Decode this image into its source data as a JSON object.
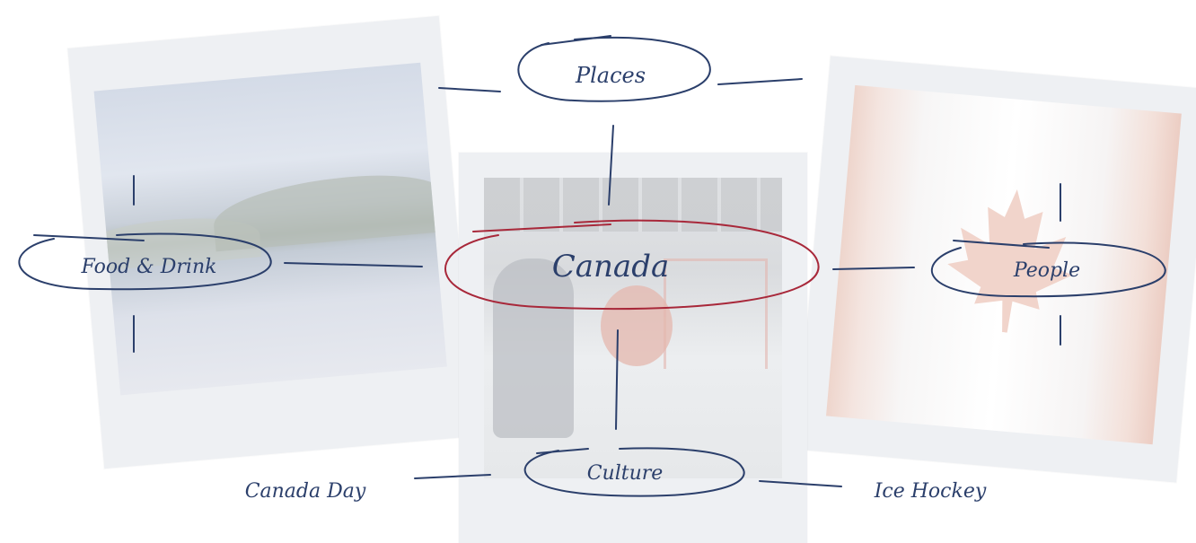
{
  "diagram": {
    "center": "Canada",
    "nodes": {
      "places": "Places",
      "food_drink": "Food & Drink",
      "people": "People",
      "culture": "Culture"
    },
    "leaves": {
      "canada_day": "Canada Day",
      "ice_hockey": "Ice Hockey"
    }
  },
  "colors": {
    "ink_blue": "#2b3f6b",
    "ink_red": "#a8283a",
    "frame": "#eef0f3"
  },
  "photos": [
    "lake-landscape",
    "ice-hockey-game",
    "canadian-flag"
  ]
}
